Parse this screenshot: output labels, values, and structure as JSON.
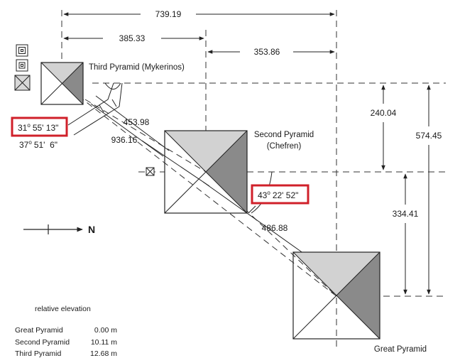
{
  "dimensions": {
    "top_total": "739.19",
    "top_left": "385.33",
    "top_right": "353.86",
    "right_upper": "240.04",
    "right_total": "574.45",
    "right_lower": "334.41",
    "diag_third_second": "453.98",
    "diag_third_great": "936.16",
    "diag_second_great": "486.88"
  },
  "pyramids": {
    "third": "Third Pyramid (Mykerinos)",
    "second_line1": "Second Pyramid",
    "second_line2": "(Chefren)",
    "great": "Great Pyramid"
  },
  "angles": {
    "a1_deg": "31",
    "a1_rest": "55' 13\"",
    "a2_deg": "37",
    "a2_rest": "51'  6\"",
    "a3_deg": "43",
    "a3_rest": "22' 52\"",
    "degree_symbol": "o"
  },
  "north": "N",
  "elevation": {
    "title": "relative elevation",
    "rows": [
      {
        "name": "Great Pyramid",
        "value": "0.00 m"
      },
      {
        "name": "Second Pyramid",
        "value": "10.11 m"
      },
      {
        "name": "Third Pyramid",
        "value": "12.68 m"
      }
    ]
  },
  "colors": {
    "line": "#222222",
    "shade_light": "#d2d2d2",
    "shade_dark": "#8a8a8a",
    "highlight": "#d0202a"
  }
}
